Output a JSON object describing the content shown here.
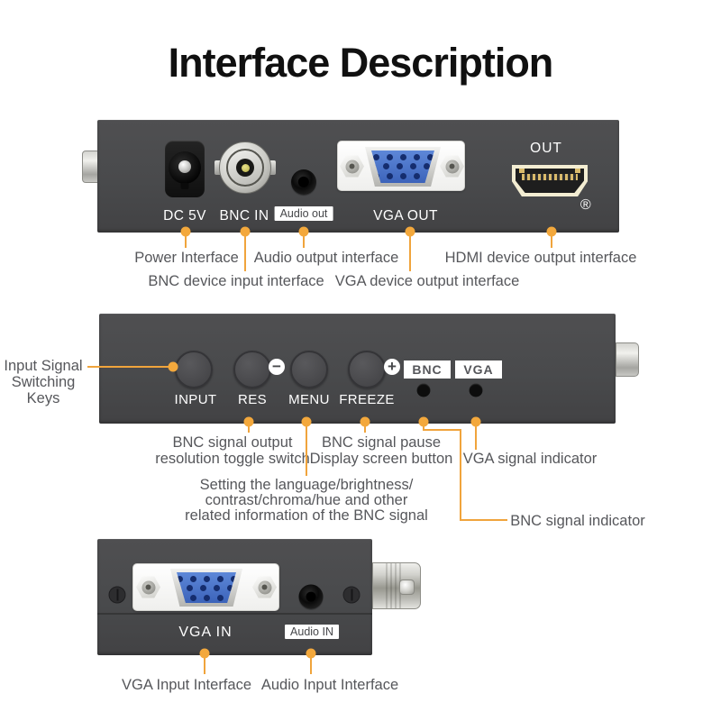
{
  "title": "Interface Description",
  "colors": {
    "accent": "#F0A43C",
    "panel": "#4B4B4D",
    "callout_text": "#56575B",
    "vga_blue": "#4A73C9"
  },
  "top_panel": {
    "dc_label": "DC 5V",
    "bnc_label": "BNC IN",
    "audio_badge": "Audio out",
    "vga_label": "VGA OUT",
    "hdmi_label": "OUT",
    "registered_mark": "®",
    "callouts": {
      "power": "Power Interface",
      "bnc_input": "BNC device input interface",
      "audio_output": "Audio output interface",
      "vga_output": "VGA device output interface",
      "hdmi_output": "HDMI device output interface"
    }
  },
  "middle_panel": {
    "buttons": {
      "input": "INPUT",
      "res": "RES",
      "menu": "MENU",
      "freeze": "FREEZE"
    },
    "minus_glyph": "−",
    "plus_glyph": "+",
    "indicators": {
      "bnc": "BNC",
      "vga": "VGA"
    },
    "callouts": {
      "input_keys": {
        "line1": "Input Signal",
        "line2": "Switching",
        "line3": "Keys"
      },
      "res": {
        "line1": "BNC signal output",
        "line2": "resolution toggle switch"
      },
      "freeze": {
        "line1": "BNC signal pause",
        "line2": "Display screen button"
      },
      "menu": {
        "line1": "Setting the language/brightness/",
        "line2": "contrast/chroma/hue and other",
        "line3": "related information of the BNC signal"
      },
      "vga_indicator": "VGA signal indicator",
      "bnc_indicator": "BNC signal indicator"
    }
  },
  "bottom_panel": {
    "vga_label": "VGA IN",
    "audio_badge": "Audio IN",
    "callouts": {
      "vga_input": "VGA Input Interface",
      "audio_input": "Audio Input Interface"
    }
  }
}
